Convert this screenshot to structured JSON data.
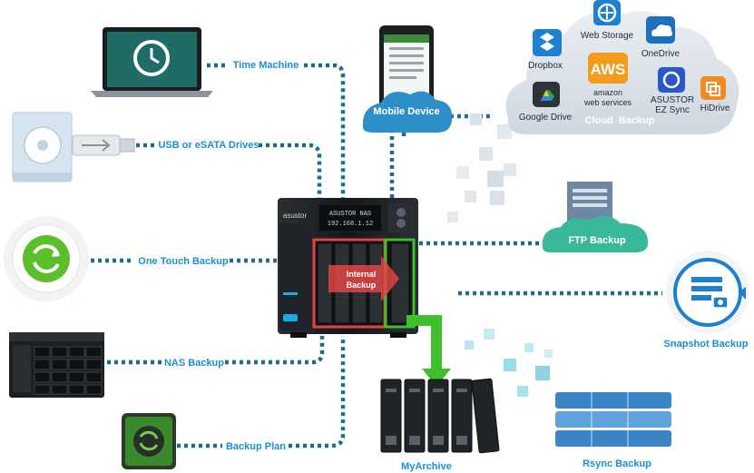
{
  "labels": {
    "time_machine": "Time Machine",
    "usb_drives": "USB or eSATA Drives",
    "one_touch": "One Touch Backup",
    "nas_backup": "NAS Backup",
    "backup_plan": "Backup Plan",
    "mobile_device": "Mobile Device",
    "ftp_backup": "FTP Backup",
    "snapshot_backup": "Snapshot Backup",
    "rsync_backup": "Rsync Backup",
    "myarchive": "MyArchive",
    "internal_backup_line1": "Internal",
    "internal_backup_line2": "Backup"
  },
  "cloud": {
    "title": "Cloud  Backup",
    "services": {
      "web_storage": "Web Storage",
      "dropbox": "Dropbox",
      "onedrive": "OneDrive",
      "aws_logo": "AWS",
      "aws_line1": "amazon",
      "aws_line2": "web services",
      "google_drive": "Google Drive",
      "ez_sync_line1": "ASUSTOR",
      "ez_sync_line2": "EZ Sync",
      "hidrive": "HiDrive"
    }
  },
  "nas": {
    "brand": "asustor",
    "lcd_line1": "ASUSTOR NAS",
    "lcd_line2": "192.168.1.12"
  },
  "colors": {
    "label_blue": "#1a8fd0",
    "dotted_line": "#1a6b8c",
    "cloud_gray": "#dde4ea",
    "arrow_green": "#3fbf2a",
    "ftp_green": "#39b89a",
    "internal_red": "#e04444"
  },
  "icons": [
    "laptop-icon",
    "usb-drive-icon",
    "one-touch-icon",
    "nas-unit-icon",
    "backup-plan-drive-icon",
    "phone-icon",
    "server-icon",
    "snapshot-icon",
    "database-icon",
    "myarchive-disks-icon"
  ]
}
